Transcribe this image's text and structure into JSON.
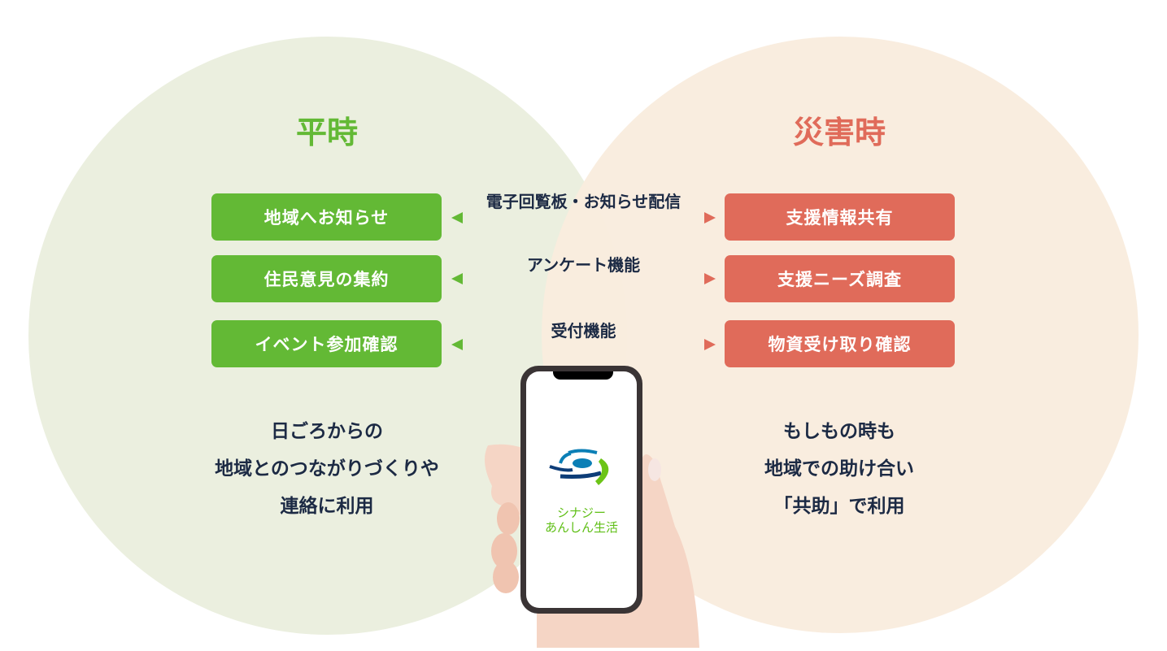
{
  "left": {
    "title": "平時",
    "items": [
      "地域へお知らせ",
      "住民意見の集約",
      "イベント参加確認"
    ],
    "description": [
      "日ごろからの",
      "地域とのつながりづくりや",
      "連絡に利用"
    ]
  },
  "right": {
    "title": "災害時",
    "items": [
      "支援情報共有",
      "支援ニーズ調査",
      "物資受け取り確認"
    ],
    "description": [
      "もしもの時も",
      "地域での助け合い",
      "「共助」で利用"
    ]
  },
  "features": [
    "電子回覧板・お知らせ配信",
    "アンケート機能",
    "受付機能"
  ],
  "app": {
    "name_line1": "シナジー",
    "name_line2": "あんしん生活"
  },
  "colors": {
    "green": "#63b935",
    "red": "#e06b5a",
    "text": "#1c2a44"
  }
}
